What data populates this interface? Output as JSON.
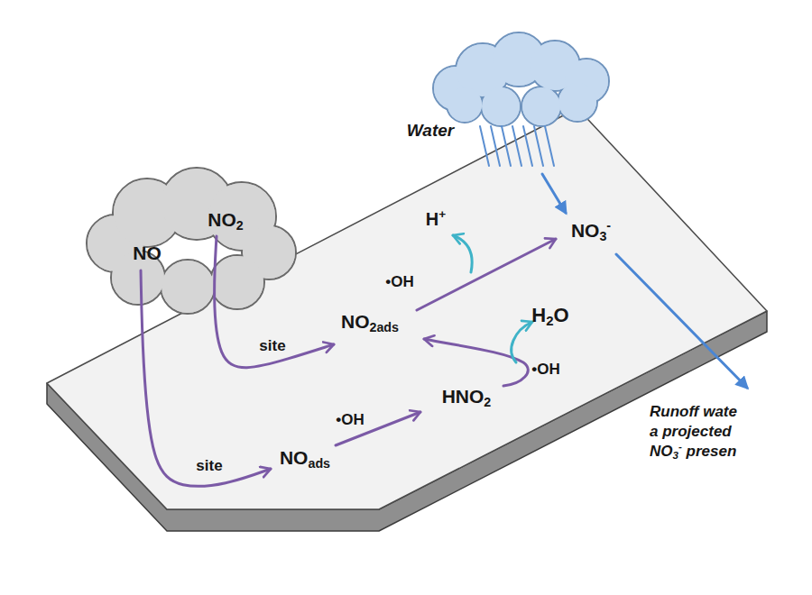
{
  "diagram": {
    "nodes": [
      {
        "text": [
          "Water"
        ]
      },
      {
        "text": [
          "NO2",
          "NO"
        ]
      },
      {
        "text": [
          "H+",
          "NO3-",
          "•OH",
          "H2O",
          "NO2ads",
          "site",
          "•OH",
          "HNO2",
          "•OH",
          "NOads",
          "site"
        ]
      }
    ],
    "edges": [
      {
        "from": 1,
        "to": 2,
        "arrow": "to"
      },
      {
        "from": 1,
        "to": 2,
        "arrow": "to"
      },
      {
        "from": 0,
        "to": 2,
        "arrow": "to"
      }
    ],
    "labels": [
      "Runoff wate a projected NO3- presen"
    ]
  }
}
